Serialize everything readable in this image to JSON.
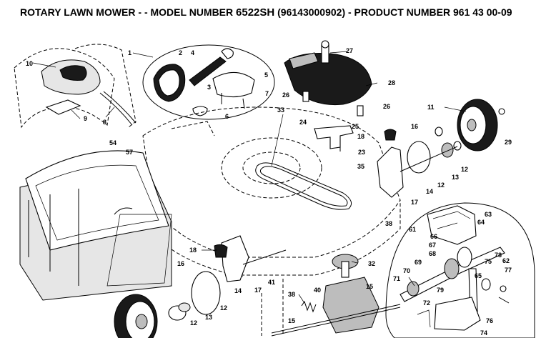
{
  "title": {
    "prefix": "ROTARY LAWN MOWER - - MODEL NUMBER",
    "model": "6522SH",
    "suffix": "(96143000902) - PRODUCT NUMBER 961 43 00-09"
  },
  "callouts": [
    "1",
    "2",
    "3",
    "4",
    "5",
    "6",
    "7",
    "8",
    "9",
    "10",
    "11",
    "12",
    "12",
    "12",
    "12",
    "13",
    "13",
    "14",
    "14",
    "15",
    "15",
    "16",
    "16",
    "17",
    "17",
    "18",
    "18",
    "23",
    "24",
    "25",
    "26",
    "26",
    "27",
    "28",
    "29",
    "32",
    "33",
    "35",
    "38",
    "38",
    "40",
    "41",
    "54",
    "57",
    "61",
    "62",
    "63",
    "64",
    "65",
    "66",
    "67",
    "68",
    "69",
    "70",
    "71",
    "72",
    "74",
    "75",
    "76",
    "77",
    "78",
    "79"
  ]
}
